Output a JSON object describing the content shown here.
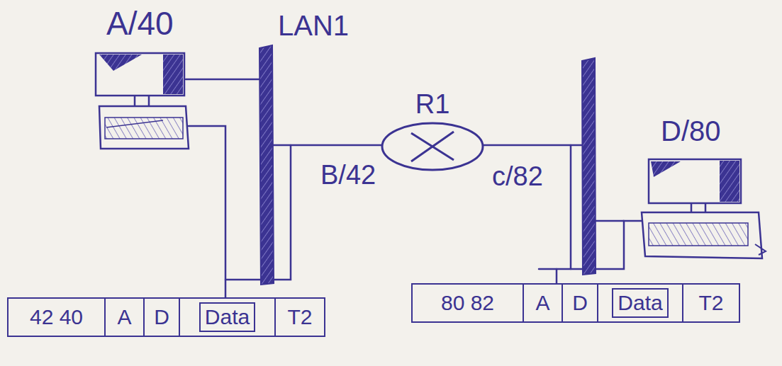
{
  "diagram": {
    "nodes": [
      {
        "text": [
          "R1"
        ]
      },
      {
        "text": [
          "42 40"
        ]
      },
      {
        "text": [
          "A"
        ],
        "in": 1
      },
      {
        "text": [
          "D"
        ],
        "in": 1
      },
      {
        "text": [
          "Data"
        ],
        "in": 1
      },
      {
        "text": [
          "T2"
        ],
        "in": 1
      },
      {
        "text": [
          "80 82"
        ]
      },
      {
        "text": [
          "A"
        ],
        "in": 6
      },
      {
        "text": [
          "D"
        ],
        "in": 6
      },
      {
        "text": [
          "Data"
        ],
        "in": 6
      },
      {
        "text": [
          "T2"
        ],
        "in": 6
      }
    ],
    "labels": [
      "A/40",
      "LAN1",
      "B/42",
      "c/82",
      "D/80"
    ]
  }
}
